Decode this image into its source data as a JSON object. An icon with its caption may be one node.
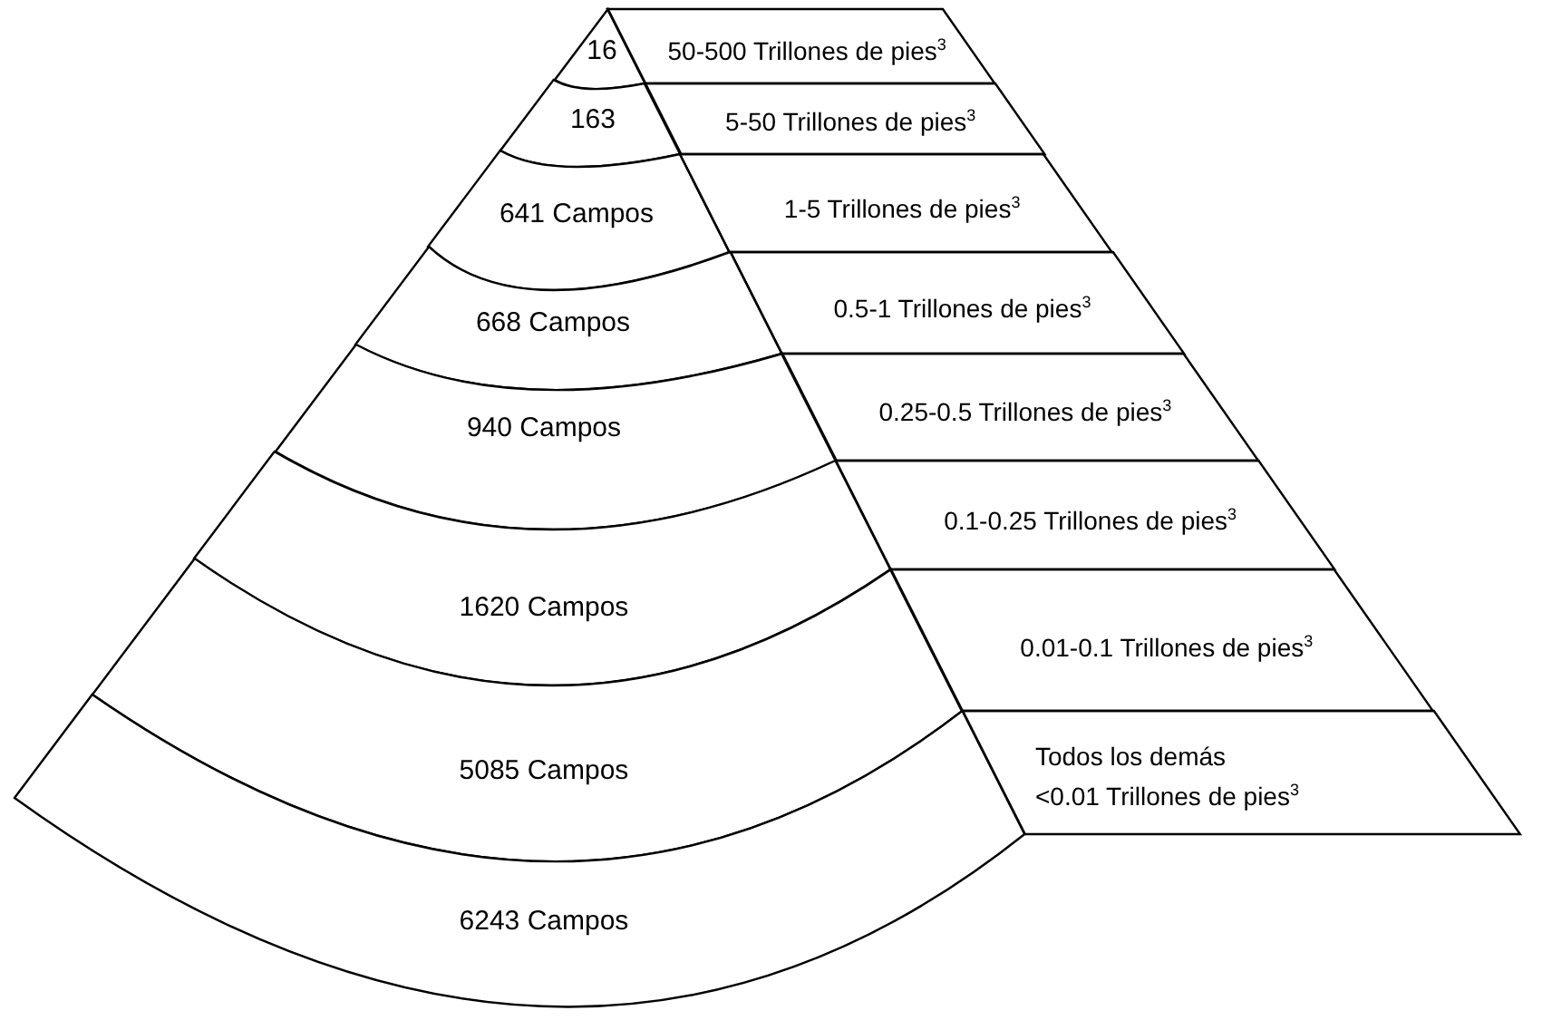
{
  "diagram": {
    "nodes": [
      {
        "text": [
          "16"
        ]
      },
      {
        "text": [
          "163"
        ]
      },
      {
        "text": [
          "641 Campos"
        ]
      },
      {
        "text": [
          "668 Campos"
        ]
      },
      {
        "text": [
          "940 Campos"
        ]
      },
      {
        "text": [
          "1620 Campos"
        ]
      },
      {
        "text": [
          "5085 Campos"
        ]
      },
      {
        "text": [
          "6243 Campos"
        ]
      },
      {
        "text": [
          "50-500 Trillones de pies$^{3}$"
        ]
      },
      {
        "text": [
          "5-50 Trillones de pies$^{3}$"
        ]
      },
      {
        "text": [
          "1-5 Trillones de pies$^{3}$"
        ]
      },
      {
        "text": [
          "0.5-1 Trillones de pies$^{3}$"
        ]
      },
      {
        "text": [
          "0.25-0.5 Trillones de pies$^{3}$"
        ]
      },
      {
        "text": [
          "0.1-0.25 Trillones de pies$^{3}$"
        ]
      },
      {
        "text": [
          "0.01-0.1 Trillones de pies$^{3}$"
        ]
      },
      {
        "text": [
          "Todos los demás",
          "<0.01 Trillones de pies$^{3}$"
        ]
      }
    ]
  }
}
